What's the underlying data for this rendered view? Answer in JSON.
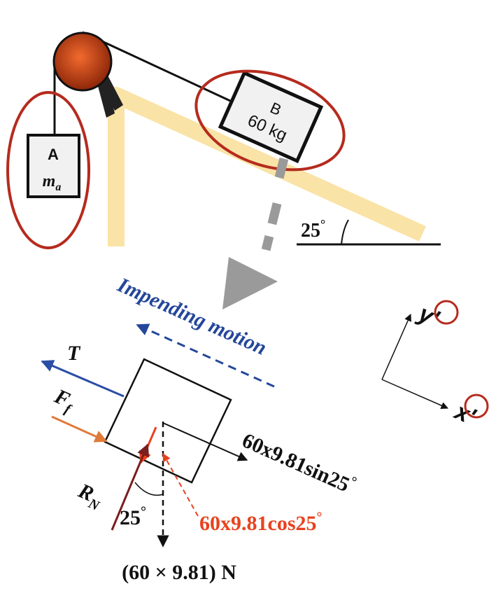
{
  "block_a": {
    "name": "A",
    "mass_label": "m",
    "mass_sub": "a"
  },
  "block_b": {
    "name": "B",
    "mass": "60 kg"
  },
  "incline_angle": "25",
  "degree_symbol": "°",
  "motion_label": "Impending motion",
  "fbd": {
    "tension": "T",
    "friction": "F",
    "friction_sub": "f",
    "normal": "R",
    "normal_sub": "N",
    "angle": "25",
    "weight": "(60 × 9.81) N",
    "component_parallel": "60x9.81sin25",
    "component_perpendicular": "60x9.81cos25"
  },
  "axes": {
    "x_label": "x'",
    "y_label": "y'"
  },
  "colors": {
    "pulley": "#c8441a",
    "ramp": "#fae3a6",
    "highlight_circle": "#b52b1e",
    "motion_blue": "#24479a",
    "tension_blue": "#2a4ea5",
    "friction_orange": "#e07a3a",
    "component_red": "#e8421e",
    "normal_darkred": "#7a1e1e",
    "gray_arrow": "#9a9a9a"
  }
}
